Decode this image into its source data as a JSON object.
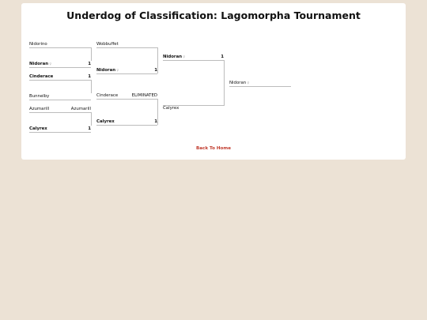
{
  "page": {
    "title": "Underdog of Classification: Lagomorpha Tournament",
    "back_link": "Back To Home"
  },
  "bracket": {
    "round1": [
      {
        "name": "Nidorino",
        "score": ""
      },
      {
        "name": "Nidoran",
        "glyph": "♀",
        "score": "1"
      },
      {
        "name": "Cinderace",
        "score": "1"
      },
      {
        "name": "Bunnelby",
        "score": ""
      },
      {
        "name": "Azumarill",
        "score": "Azumarill"
      },
      {
        "name": "Calyrex",
        "score": "1"
      }
    ],
    "round2": [
      {
        "name": "Wobbuffet",
        "score": ""
      },
      {
        "name": "Nidoran",
        "glyph": "♀",
        "score": "1"
      },
      {
        "name": "Cinderace",
        "score": "ELIMINATED"
      },
      {
        "name": "Calyrex",
        "score": "1"
      }
    ],
    "round3": [
      {
        "name": "Nidoran",
        "glyph": "♀",
        "score": "1"
      },
      {
        "name": "Calyrex",
        "score": ""
      }
    ],
    "final": {
      "name": "Nidoran",
      "glyph": "♀"
    }
  }
}
